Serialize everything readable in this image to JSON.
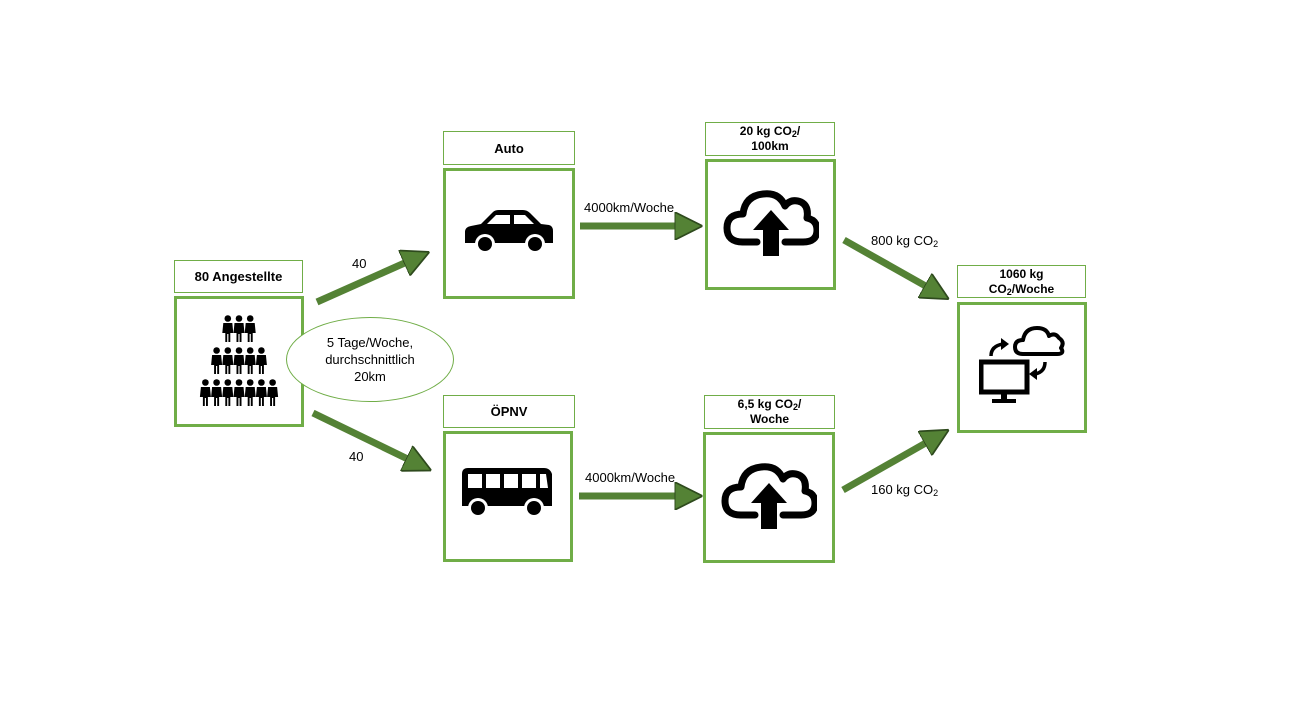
{
  "employees": {
    "label": "80 Angestellte",
    "icon": "people-pyramid-icon"
  },
  "commute_note": {
    "line1": "5 Tage/Woche,",
    "line2": "durchschnittlich",
    "line3": "20km"
  },
  "car": {
    "label": "Auto",
    "icon": "car-icon",
    "count": "40",
    "distance": "4000km/Woche",
    "factor_a": "20 kg CO",
    "factor_b": "2",
    "factor_c": "/",
    "factor_line2": "100km",
    "emission_a": "800 kg CO",
    "emission_b": "2"
  },
  "transit": {
    "label": "ÖPNV",
    "icon": "bus-icon",
    "count": "40",
    "distance": "4000km/Woche",
    "factor_a": "6,5 kg CO",
    "factor_b": "2",
    "factor_c": "/",
    "factor_line2": "Woche",
    "emission_a": "160 kg CO",
    "emission_b": "2"
  },
  "total": {
    "line1": "1060 kg",
    "line2a": "CO",
    "line2b": "2",
    "line2c": "/Woche",
    "icon": "computer-cloud-sync-icon"
  },
  "cloud_icon": "cloud-upload-icon",
  "colors": {
    "border": "#70ad47",
    "arrow_fill": "#548235",
    "arrow_stroke": "#2e4a1d"
  }
}
